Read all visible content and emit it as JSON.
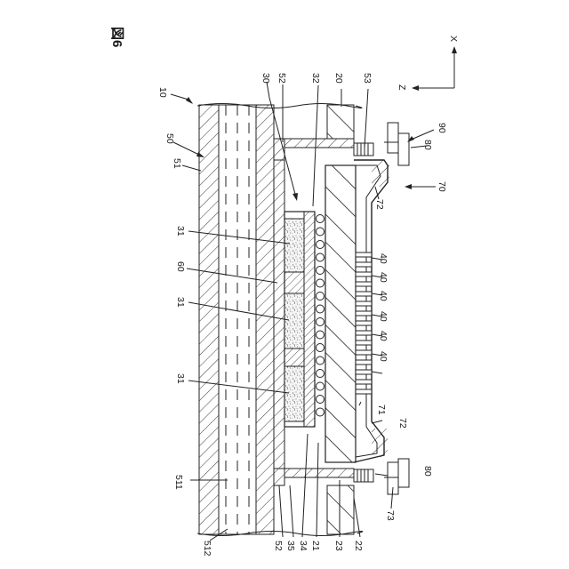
{
  "figure": {
    "title": "図6",
    "axes": {
      "x": "X",
      "z": "Z"
    }
  },
  "labels": {
    "l10": "10",
    "l50": "50",
    "l51": "51",
    "l30": "30",
    "l52_top": "52",
    "l32": "32",
    "l20": "20",
    "l53": "53",
    "l90": "90",
    "l80_top": "80",
    "l70": "70",
    "l72_top": "72",
    "l31_a": "31",
    "l31_b": "31",
    "l31_c": "31",
    "l60": "60",
    "l40_1": "40",
    "l40_2": "40",
    "l40_3": "40",
    "l40_4": "40",
    "l40_5": "40",
    "l40_6": "40",
    "l71": "71",
    "l72_bot": "72",
    "l80_bot": "80",
    "l73": "73",
    "l511": "511",
    "l512": "512",
    "l52_bot": "52",
    "l35": "35",
    "l34": "34",
    "l21": "21",
    "l23": "23",
    "l22": "22"
  },
  "colors": {
    "line": "#222222",
    "background": "#ffffff",
    "cell_fill": "#f2f2f2"
  }
}
